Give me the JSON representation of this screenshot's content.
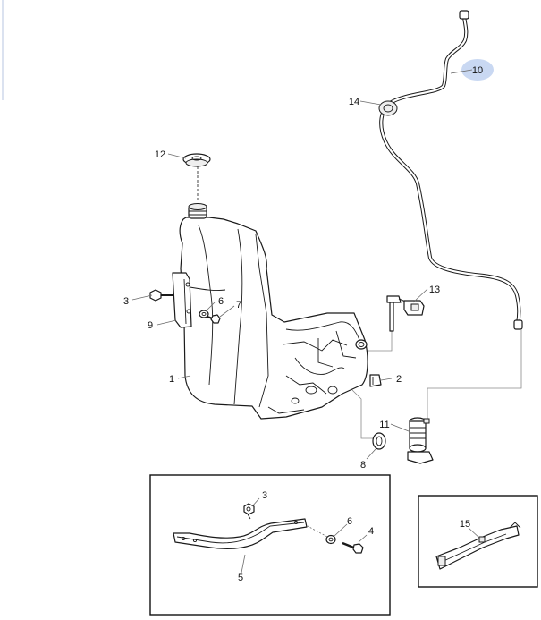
{
  "callouts": {
    "c1": "1",
    "c2": "2",
    "c3": "3",
    "c4": "4",
    "c5": "5",
    "c6": "6",
    "c7": "7",
    "c8": "8",
    "c9": "9",
    "c10": "10",
    "c11": "11",
    "c12": "12",
    "c13": "13",
    "c14": "14",
    "c15": "15",
    "inset_c3": "3",
    "inset_c4": "4",
    "inset_c5": "5",
    "inset_c6": "6"
  },
  "colors": {
    "highlight": "#c9d8f2",
    "line": "#1a1a1a",
    "leader": "#6a6a6a"
  }
}
